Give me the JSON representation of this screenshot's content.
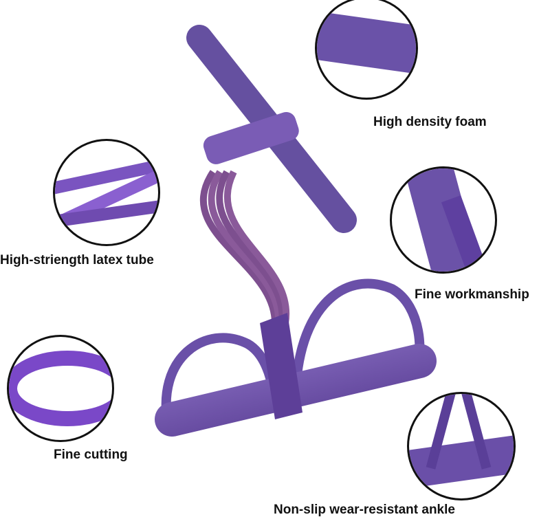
{
  "features": [
    {
      "label": "High density foam",
      "icon": "foam-closeup"
    },
    {
      "label": "High-striength latex tube",
      "icon": "latex-tube-closeup"
    },
    {
      "label": "Fine workmanship",
      "icon": "workmanship-closeup"
    },
    {
      "label": "Fine cutting",
      "icon": "cutting-closeup"
    },
    {
      "label": "Non-slip wear-resistant ankle",
      "icon": "ankle-closeup"
    }
  ],
  "colors": {
    "purple": "#6a4fa8",
    "purple_dark": "#4e3787",
    "purple_light": "#8a70c4",
    "tube": "#8a5a9a"
  }
}
